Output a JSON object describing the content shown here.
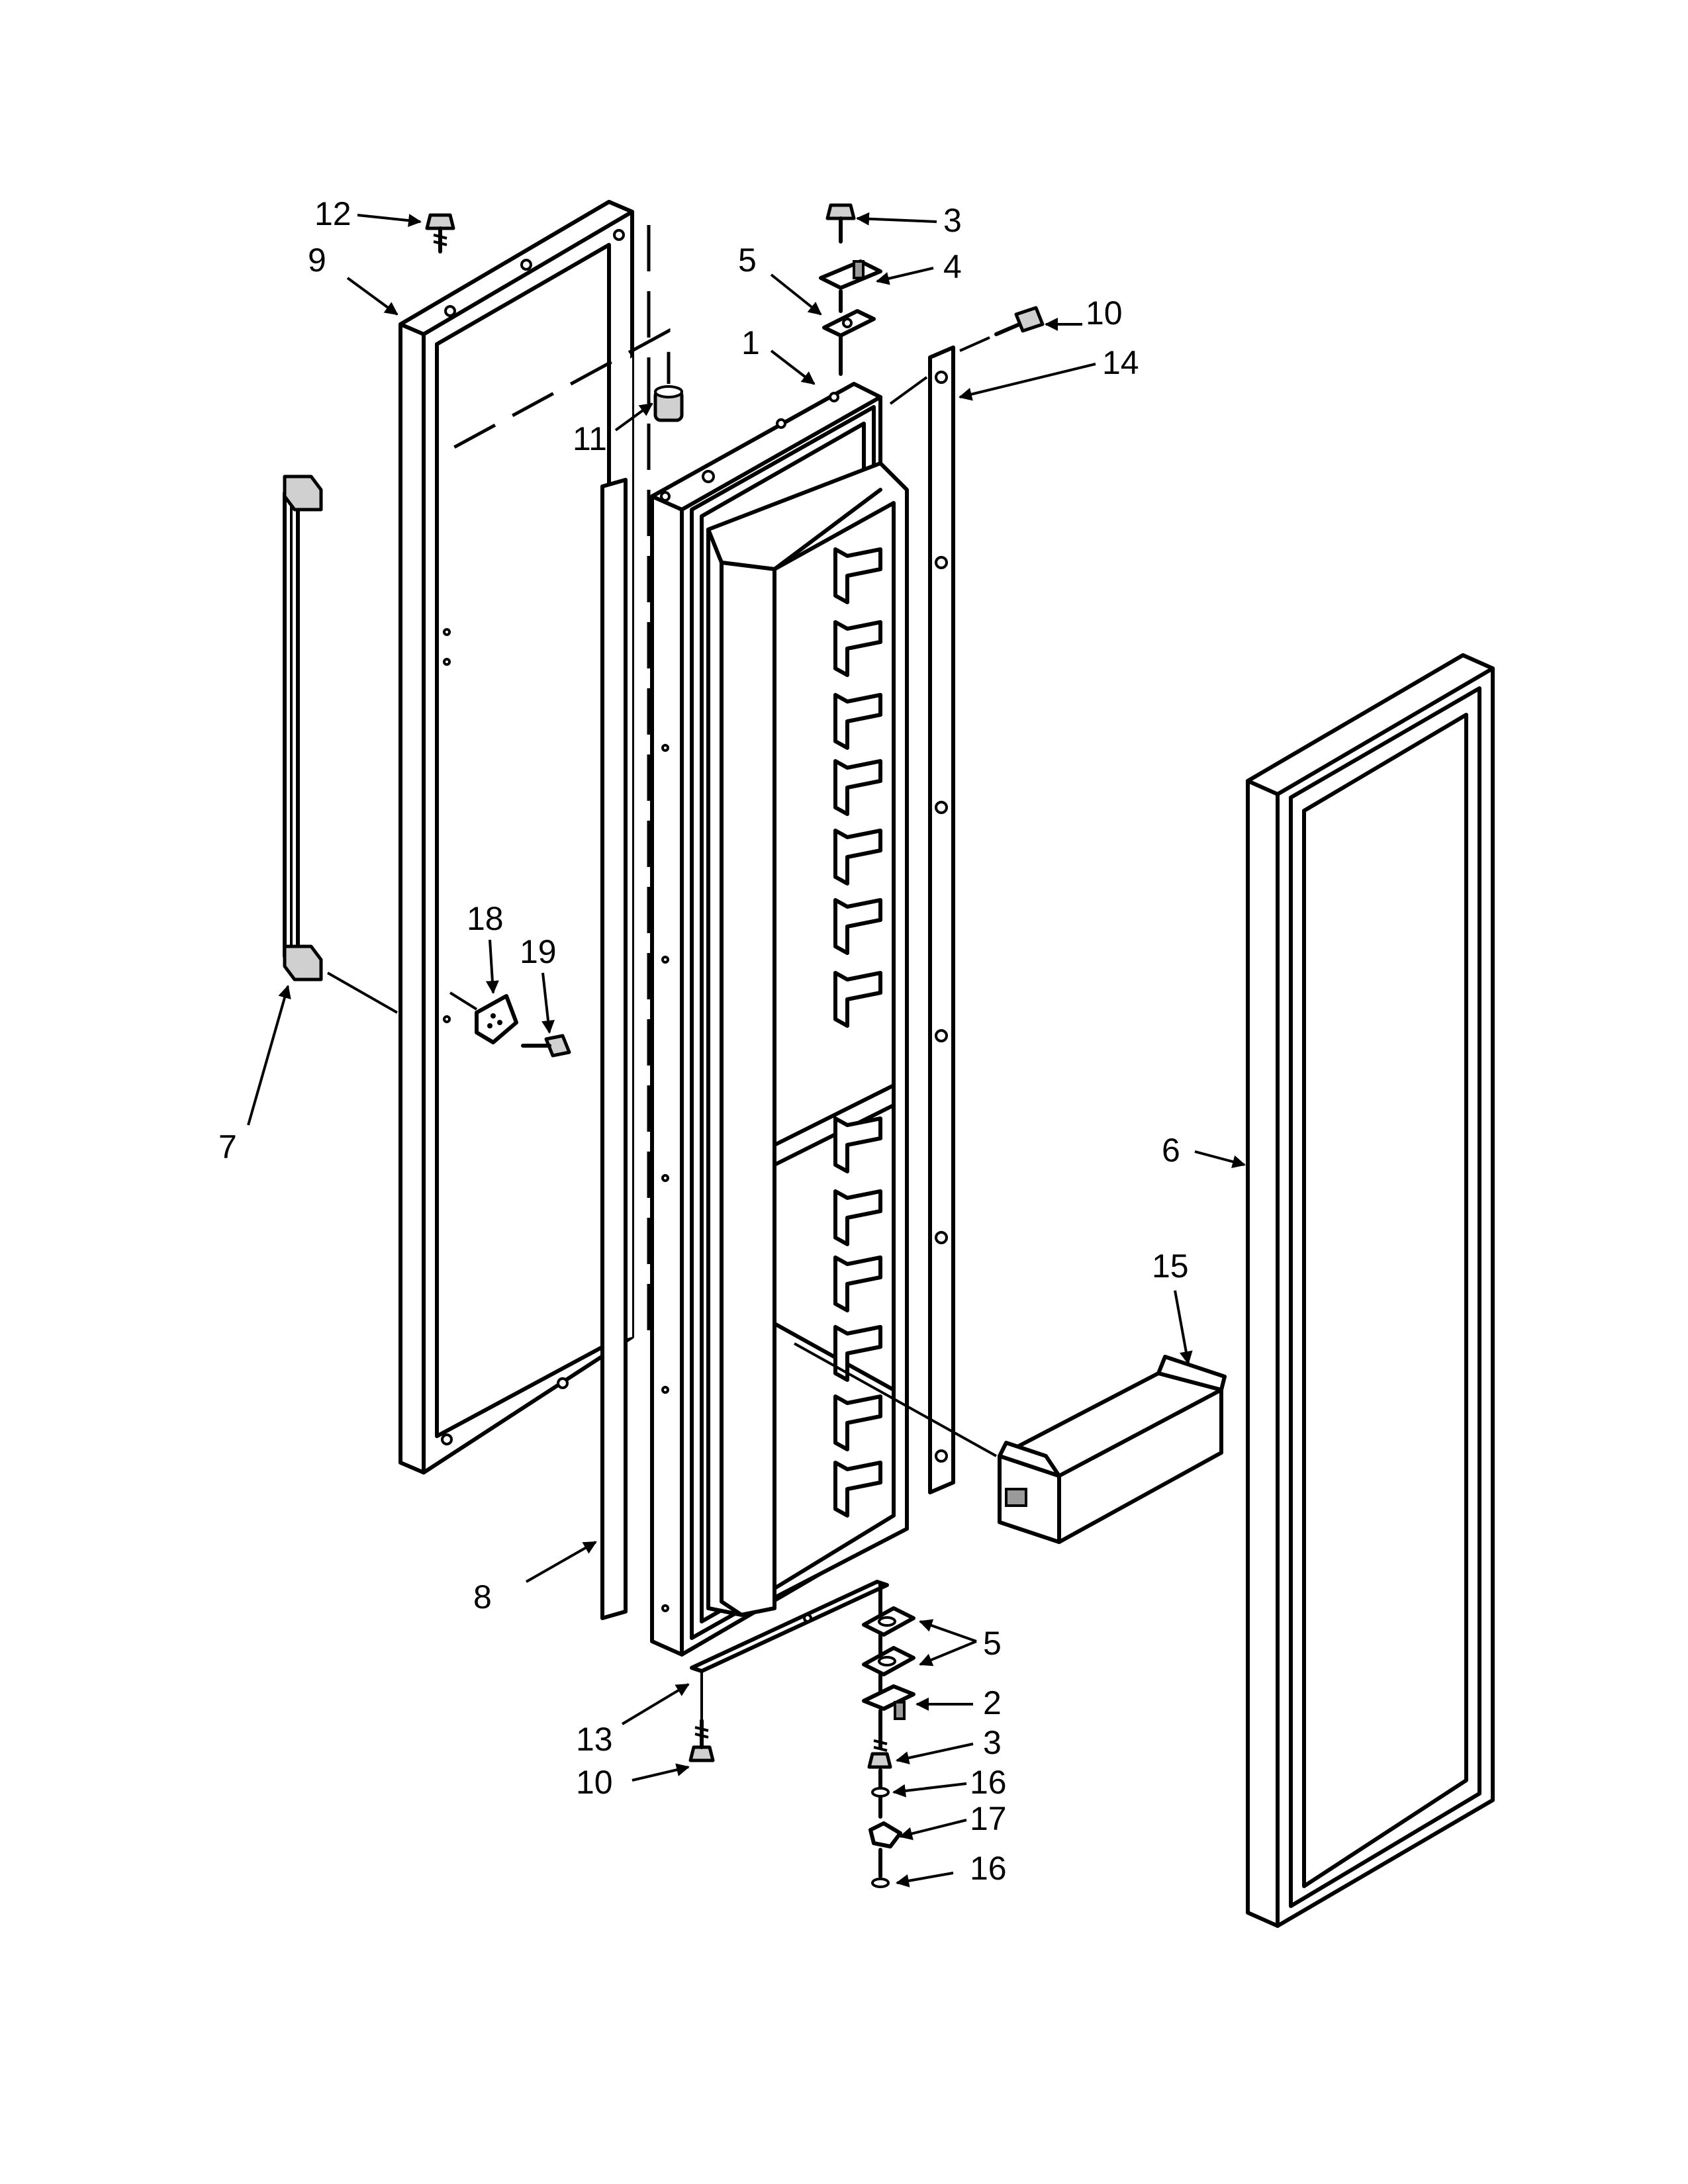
{
  "callouts": [
    {
      "id": "c12",
      "label": "12"
    },
    {
      "id": "c9",
      "label": "9"
    },
    {
      "id": "c3top",
      "label": "3"
    },
    {
      "id": "c5top",
      "label": "5"
    },
    {
      "id": "c4",
      "label": "4"
    },
    {
      "id": "c10top",
      "label": "10"
    },
    {
      "id": "c1",
      "label": "1"
    },
    {
      "id": "c14",
      "label": "14"
    },
    {
      "id": "c11",
      "label": "11"
    },
    {
      "id": "c18",
      "label": "18"
    },
    {
      "id": "c19",
      "label": "19"
    },
    {
      "id": "c7",
      "label": "7"
    },
    {
      "id": "c6",
      "label": "6"
    },
    {
      "id": "c15",
      "label": "15"
    },
    {
      "id": "c8",
      "label": "8"
    },
    {
      "id": "c5bot",
      "label": "5"
    },
    {
      "id": "c2",
      "label": "2"
    },
    {
      "id": "c13",
      "label": "13"
    },
    {
      "id": "c3bot",
      "label": "3"
    },
    {
      "id": "c10bot",
      "label": "10"
    },
    {
      "id": "c16a",
      "label": "16"
    },
    {
      "id": "c17",
      "label": "17"
    },
    {
      "id": "c16b",
      "label": "16"
    }
  ]
}
